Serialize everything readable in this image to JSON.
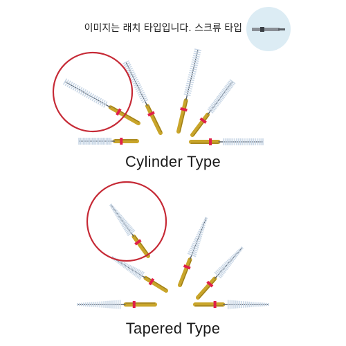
{
  "notice": {
    "text": "이미지는 래치 타입입니다. 스크류 타입"
  },
  "sections": [
    {
      "caption": "Cylinder Type",
      "style": "cylinder"
    },
    {
      "caption": "Tapered Type",
      "style": "tapered"
    }
  ],
  "colors": {
    "brass": "#c9a52a",
    "brass_dark": "#7a5f10",
    "oring": "#e0204a",
    "bristle": "#c9d7e6",
    "wire": "#5a6470",
    "highlight_ring": "#c62a36",
    "screw_bg": "#dcecf4"
  },
  "icons": [
    "screw-tip-icon",
    "brush-icon",
    "magnifier-circle-icon"
  ]
}
